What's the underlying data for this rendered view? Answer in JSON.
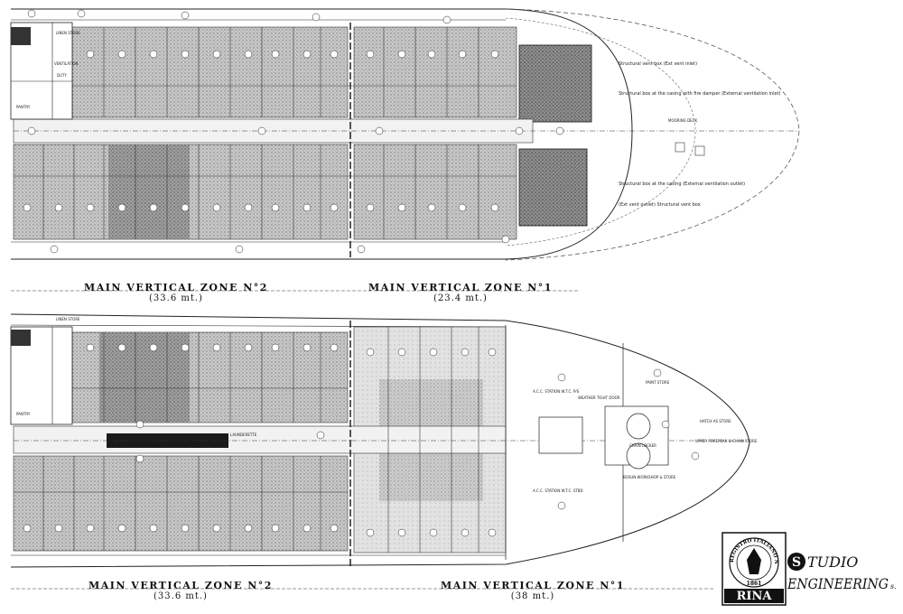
{
  "upper_deck": {
    "zone2_title": "MAIN VERTICAL ZONE N°2",
    "zone2_length": "(33.6 mt.)",
    "zone1_title": "MAIN VERTICAL ZONE N°1",
    "zone1_length": "(23.4 mt.)",
    "notes": {
      "vent_inlet": "Structural vent box (Ext vent inlet)",
      "casing_fire_damper": "Structural box at the casing with fire damper (External ventilation inlet)",
      "casing_outlet": "Structural box at the casing (External ventilation outlet)",
      "vent_outlet": "(Ext vent outlet) Structural vent box",
      "mooring_deck": "MOORING DECK"
    },
    "room_labels": {
      "pantry": "PANTRY",
      "lift_store": "LINEN STORE",
      "duty": "DUTY",
      "ventilation": "VENTILATION"
    }
  },
  "lower_deck": {
    "zone2_title": "MAIN VERTICAL ZONE N°2",
    "zone2_length": "(33.6 mt.)",
    "zone1_title": "MAIN VERTICAL ZONE N°1",
    "zone1_length": "(38 mt.)",
    "room_labels": {
      "pantry": "PANTRY",
      "linen_store": "LINEN STORE",
      "launderette": "LAUNDERETTE",
      "ac_station_ps": "A.C.C. STATION W.T.C. P/S",
      "ac_station_sb": "A.C.C. STATION W.T.C. STBD",
      "weather_deck": "WEATHER TIGHT DOOR",
      "paint_store": "PAINT STORE",
      "chain_locker": "CHAIN LOCKER",
      "bosun_store": "BOSUN WORKSHOP & STORE",
      "hatch": "HATCH AS STORE",
      "upper_store": "UPPER FOREPEAK & CHAIN STORE"
    }
  },
  "rina_logo": {
    "ring_text": "REGISTRO ITALIANO NAVALE",
    "year": "1861",
    "name": "RINA"
  },
  "studio_logo": {
    "mark": "S",
    "line1": "TUDIO",
    "line2": "ENGINEERING",
    "suffix": "s."
  },
  "colors": {
    "ink": "#1a1a1a",
    "cabin_fill": "#b8b8b8",
    "dark_fill": "#3a3a3a",
    "corridor": "#eeeeee",
    "paper": "#ffffff"
  }
}
